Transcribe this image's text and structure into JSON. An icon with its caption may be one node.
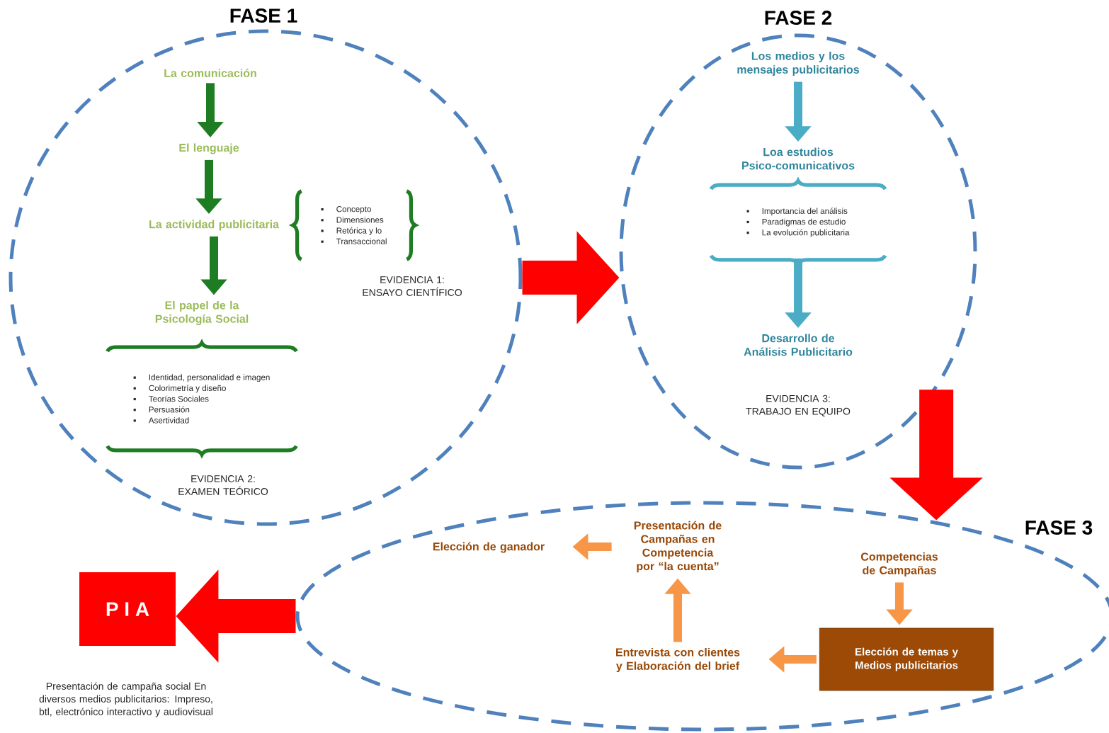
{
  "diagram": {
    "nodes": [
      {
        "text": [
          "FASE 1"
        ]
      },
      {
        "text": [
          "La comunicación"
        ],
        "in": 0
      },
      {
        "text": [
          "El lenguaje"
        ],
        "in": 0
      },
      {
        "text": [
          "La actividad publicitaria"
        ],
        "in": 0
      },
      {
        "text": [
          "Concepto",
          "Dimensiones",
          "Retórica y lo",
          "Transaccional"
        ],
        "in": 0
      },
      {
        "text": [
          "El papel de la Psicología Social"
        ],
        "in": 0
      },
      {
        "text": [
          "Identidad, personalidad e imagen",
          "Colorimetría y diseño",
          "Teorías Sociales",
          "Persuasión",
          "Asertividad"
        ],
        "in": 0
      },
      {
        "text": [
          "FASE 2"
        ]
      },
      {
        "text": [
          "Los medios y los mensajes publicitarios"
        ],
        "in": 7
      },
      {
        "text": [
          "Loa estudios Psico-comunicativos"
        ],
        "in": 7
      },
      {
        "text": [
          "Importancia del análisis",
          "Paradigmas de estudio",
          "La evolución publicitaria"
        ],
        "in": 7
      },
      {
        "text": [
          "Desarrollo de Análisis Publicitario"
        ],
        "in": 7
      },
      {
        "text": [
          "FASE 3"
        ]
      },
      {
        "text": [
          "Competencias de Campañas"
        ],
        "in": 12
      },
      {
        "text": [
          "Elección de temas y Medios publicitarios"
        ],
        "in": 12
      },
      {
        "text": [
          "Entrevista con clientes y Elaboración del brief"
        ],
        "in": 12
      },
      {
        "text": [
          "Presentación de Campañas en Competencia por “la cuenta”"
        ],
        "in": 12
      },
      {
        "text": [
          "Elección de ganador"
        ],
        "in": 12
      },
      {
        "text": [
          "P I A"
        ],
        "beside": [
          "Presentación de campaña social En diversos medios publicitarios: Impreso, btl, electrónico interactivo y audiovisual"
        ]
      }
    ],
    "edges": [
      {
        "from": 1,
        "to": 2,
        "arrow": "to",
        "color": "#1e7d22"
      },
      {
        "from": 2,
        "to": 3,
        "arrow": "to",
        "color": "#1e7d22"
      },
      {
        "from": 3,
        "to": 5,
        "arrow": "to",
        "color": "#1e7d22"
      },
      {
        "from": 8,
        "to": 9,
        "arrow": "to",
        "color": "#4bacc6"
      },
      {
        "from": 10,
        "to": 11,
        "arrow": "to",
        "color": "#4bacc6"
      },
      {
        "from": 0,
        "to": 7,
        "arrow": "to",
        "style": "thick",
        "color": "#ff0000"
      },
      {
        "from": 7,
        "to": 12,
        "arrow": "to",
        "style": "thick",
        "color": "#ff0000"
      },
      {
        "from": 12,
        "to": 18,
        "arrow": "to",
        "style": "thick",
        "color": "#ff0000"
      },
      {
        "from": 13,
        "to": 14,
        "arrow": "to"
      },
      {
        "from": 14,
        "to": 15,
        "arrow": "to"
      },
      {
        "from": 15,
        "to": 16,
        "arrow": "to"
      },
      {
        "from": 16,
        "to": 17,
        "arrow": "to"
      }
    ],
    "labels": [
      "EVIDENCIA 1: ENSAYO CIENTÍFICO",
      "EVIDENCIA 2: EXAMEN TEÓRICO",
      "EVIDENCIA 3: TRABAJO EN EQUIPO"
    ]
  }
}
